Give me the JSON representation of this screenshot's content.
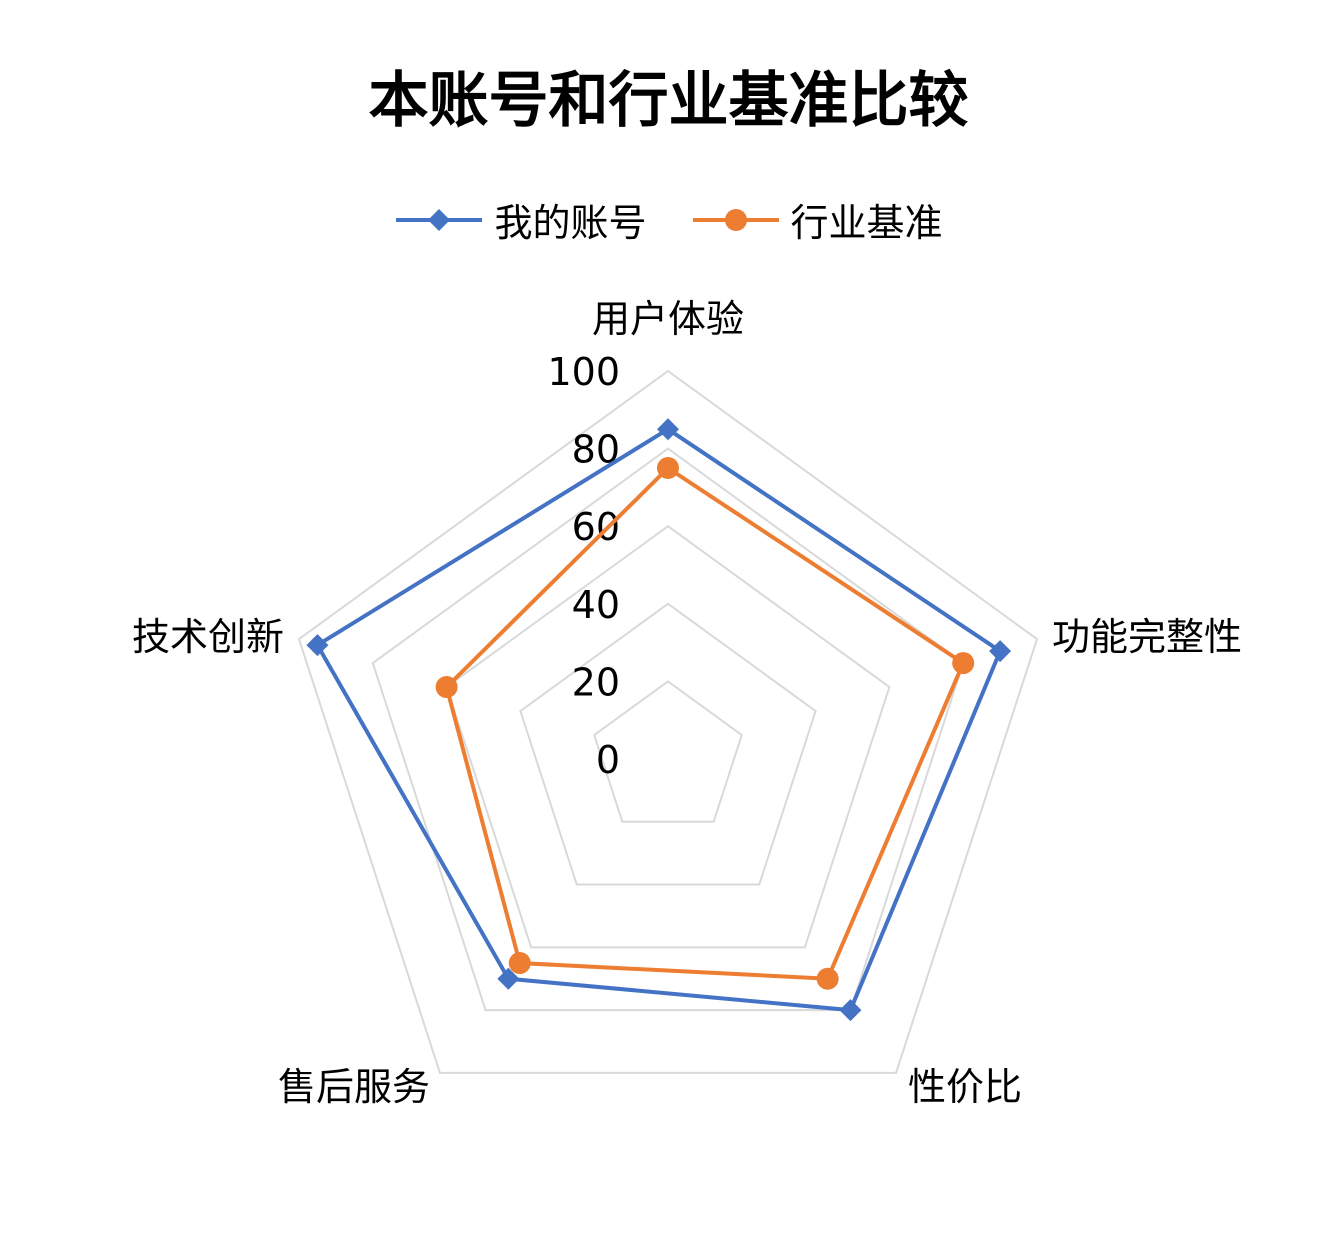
{
  "chart_data": {
    "type": "radar",
    "title": "本账号和行业基准比较",
    "categories": [
      "用户体验",
      "功能完整性",
      "性价比",
      "售后服务",
      "技术创新"
    ],
    "series": [
      {
        "name": "我的账号",
        "values": [
          85,
          90,
          80,
          70,
          95
        ],
        "color": "#4472C4",
        "marker": "diamond"
      },
      {
        "name": "行业基准",
        "values": [
          75,
          80,
          70,
          65,
          60
        ],
        "color": "#ED7D31",
        "marker": "circle"
      }
    ],
    "radial_axis": {
      "min": 0,
      "max": 100,
      "ticks": [
        0,
        20,
        40,
        60,
        80,
        100
      ]
    },
    "grid": true,
    "grid_color": "#D9D9D9",
    "legend_position": "top"
  },
  "legend": {
    "items": [
      {
        "label": "我的账号"
      },
      {
        "label": "行业基准"
      }
    ]
  }
}
